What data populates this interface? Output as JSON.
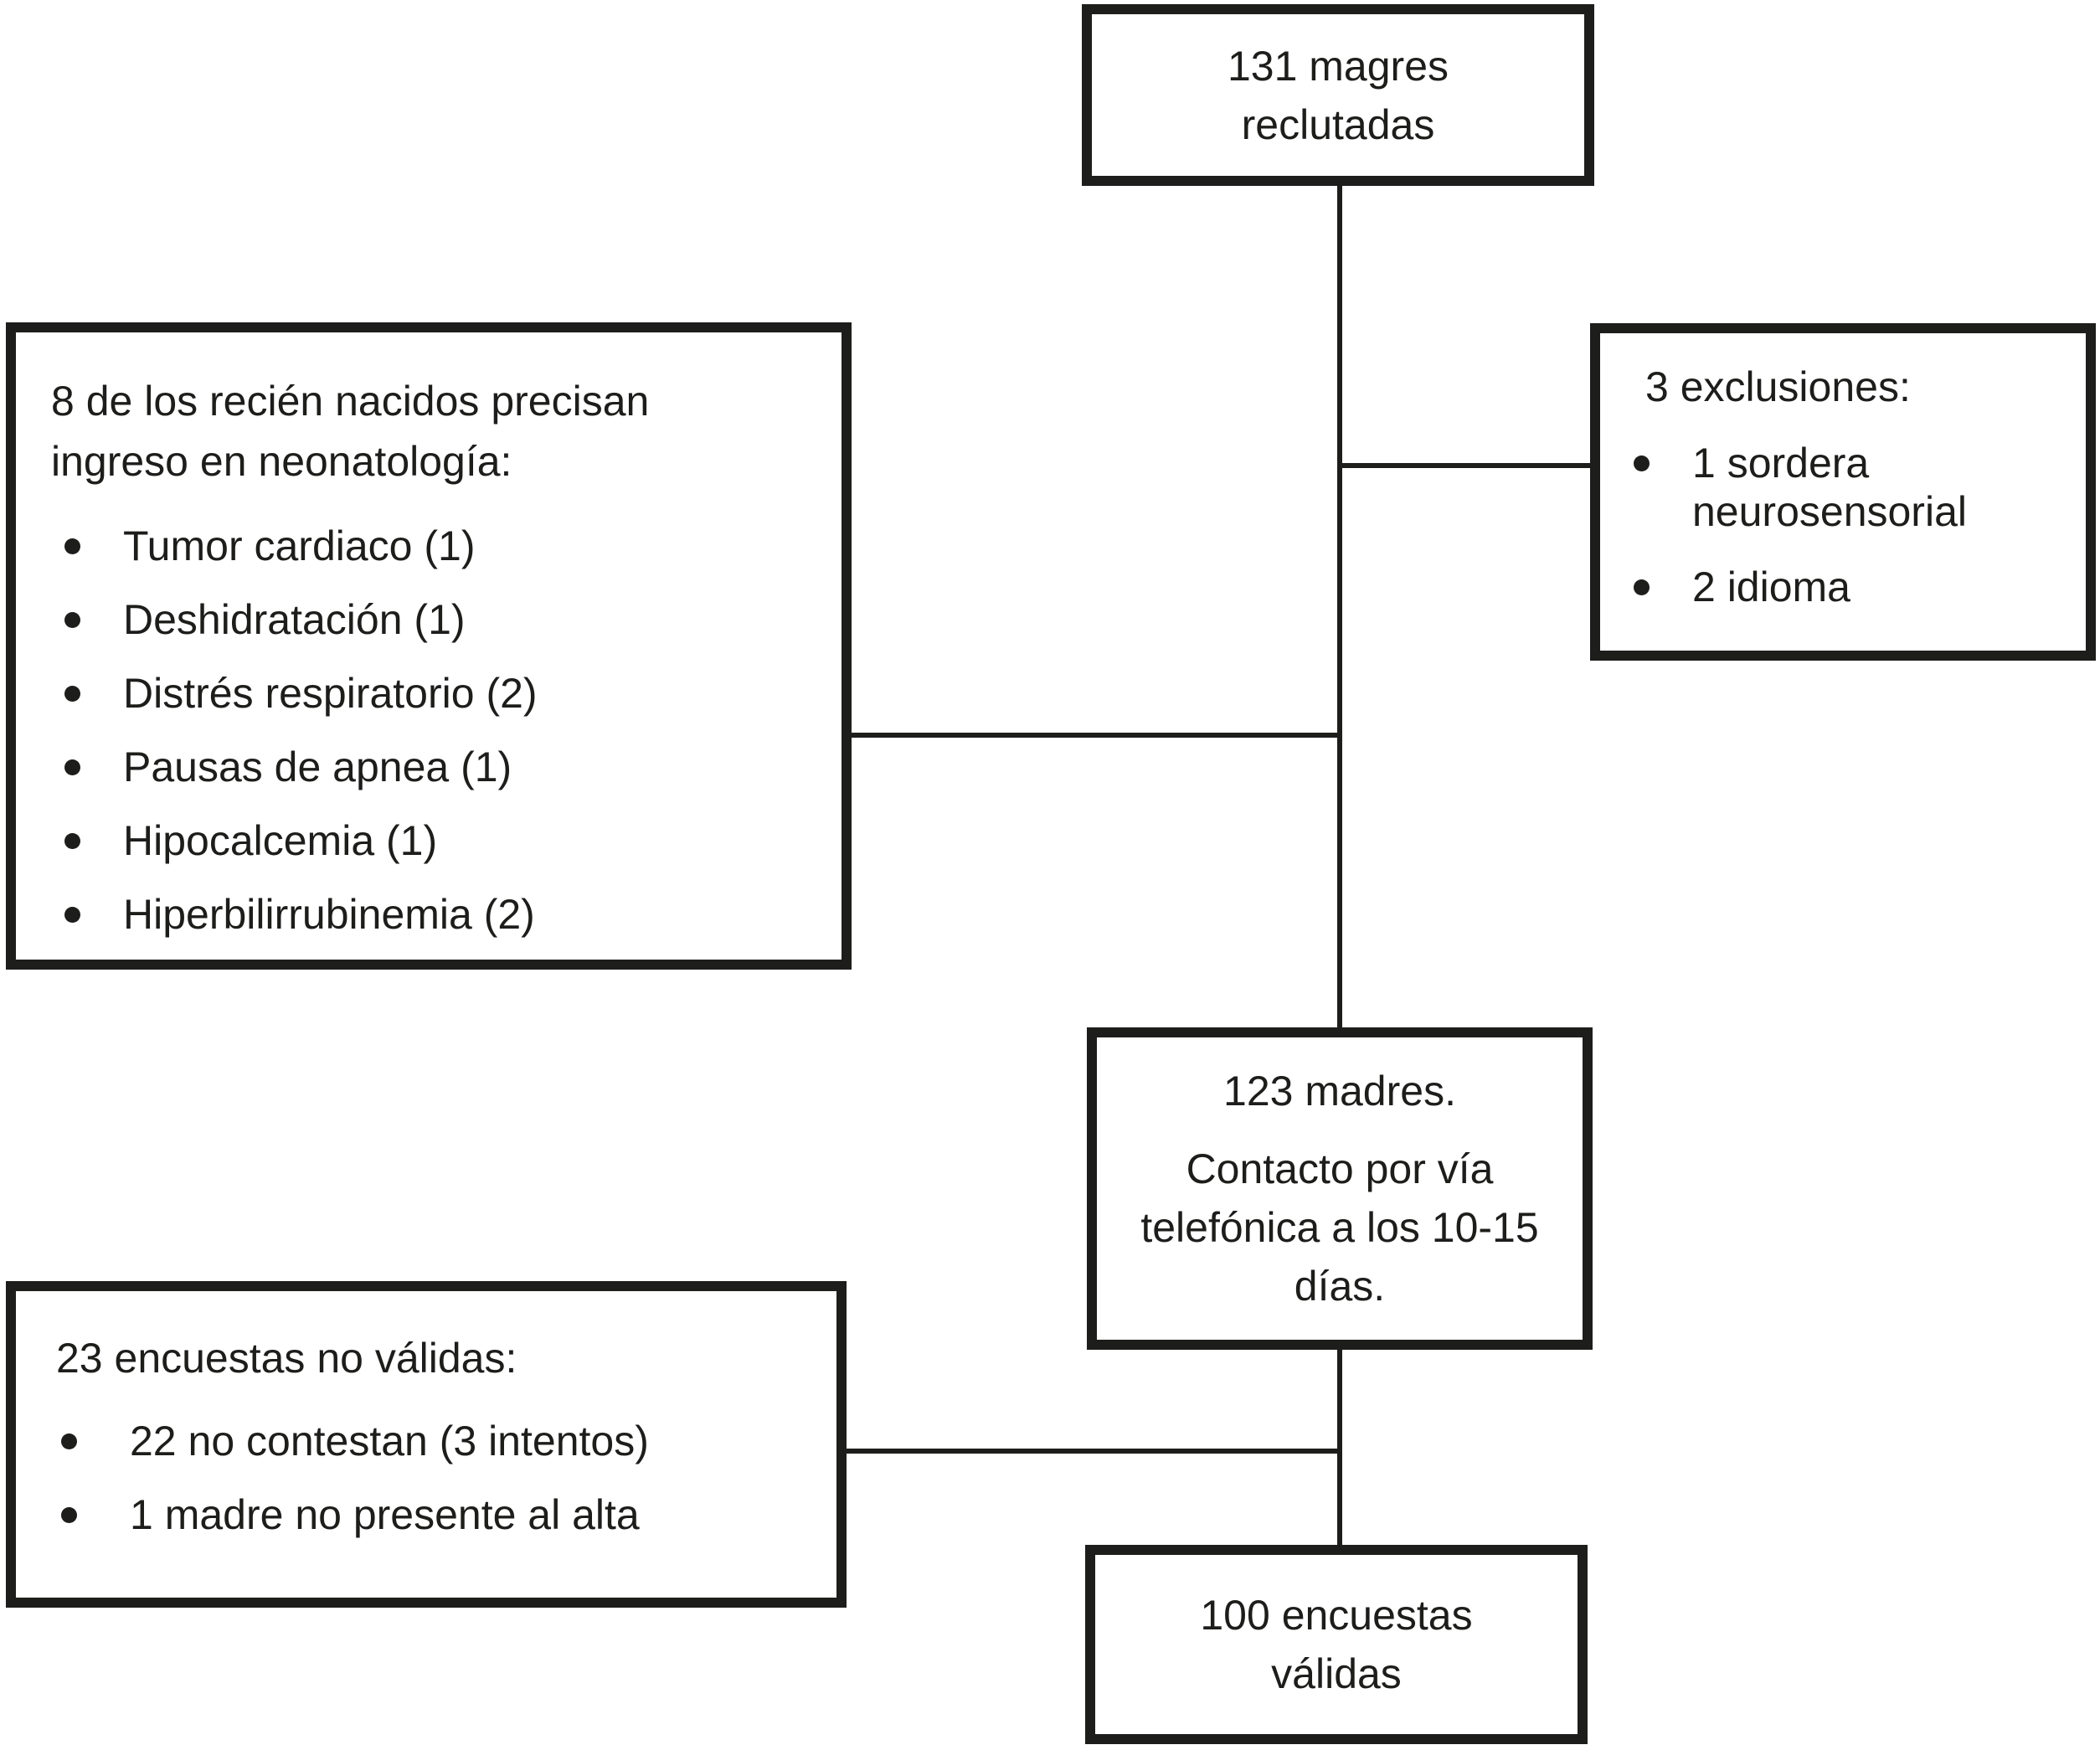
{
  "diagram": {
    "background": "#ffffff",
    "ink_color": "#1d1d1b",
    "recruited_box": {
      "line1": "131 magres",
      "line2": "reclutadas"
    },
    "nicu_box": {
      "title_line1": "8 de los recién nacidos precisan",
      "title_line2": "ingreso en neonatología:",
      "bullets": [
        "Tumor cardiaco (1)",
        "Deshidratación (1)",
        "Distrés respiratorio (2)",
        "Pausas de apnea (1)",
        "Hipocalcemia (1)",
        "Hiperbilirrubinemia (2)"
      ]
    },
    "exclusions_box": {
      "title": "3 exclusiones:",
      "bullets": [
        "1 sordera neurosensorial",
        "2 idioma"
      ]
    },
    "mothers_box": {
      "line1": "123 madres.",
      "line2": "Contacto por vía telefónica a los 10-15 días."
    },
    "invalid_box": {
      "title": "23 encuestas no válidas:",
      "bullets": [
        "22 no contestan (3 intentos)",
        "1 madre no presente al alta"
      ]
    },
    "valid_box": {
      "line1": "100 encuestas",
      "line2": "válidas"
    }
  }
}
